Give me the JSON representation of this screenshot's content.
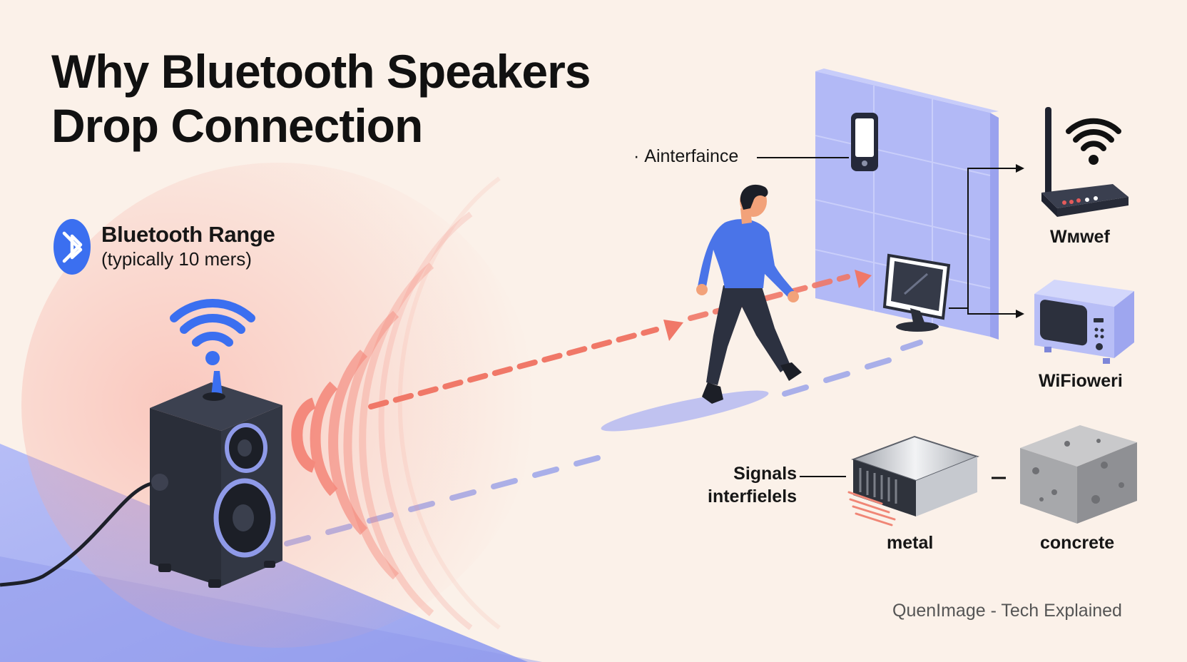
{
  "title": {
    "line1": "Why Bluetooth Speakers",
    "line2": "Drop Connection"
  },
  "range": {
    "title": "Bluetooth Range",
    "subtitle": "(typically 10 mers)"
  },
  "labels": {
    "interference": "Ainterfaince",
    "router": "Wмwef",
    "microwave": "WiFioweri",
    "signals_line1": "Signals",
    "signals_line2": "interfielels",
    "metal": "metal",
    "concrete": "concrete"
  },
  "credit": "QuenImage - Tech Explained",
  "icons": [
    "bluetooth-icon",
    "wifi-icon",
    "speaker-icon",
    "person-icon",
    "phone-icon",
    "monitor-icon",
    "router-icon",
    "microwave-icon",
    "metal-block-icon",
    "concrete-block-icon"
  ],
  "colors": {
    "background": "#fbf1e9",
    "floor": "#a4aef4",
    "bluetooth": "#3b6ff0",
    "signal": "#f17b6e",
    "wall": "#aeb6f5",
    "speaker": "#2b2f3b"
  }
}
